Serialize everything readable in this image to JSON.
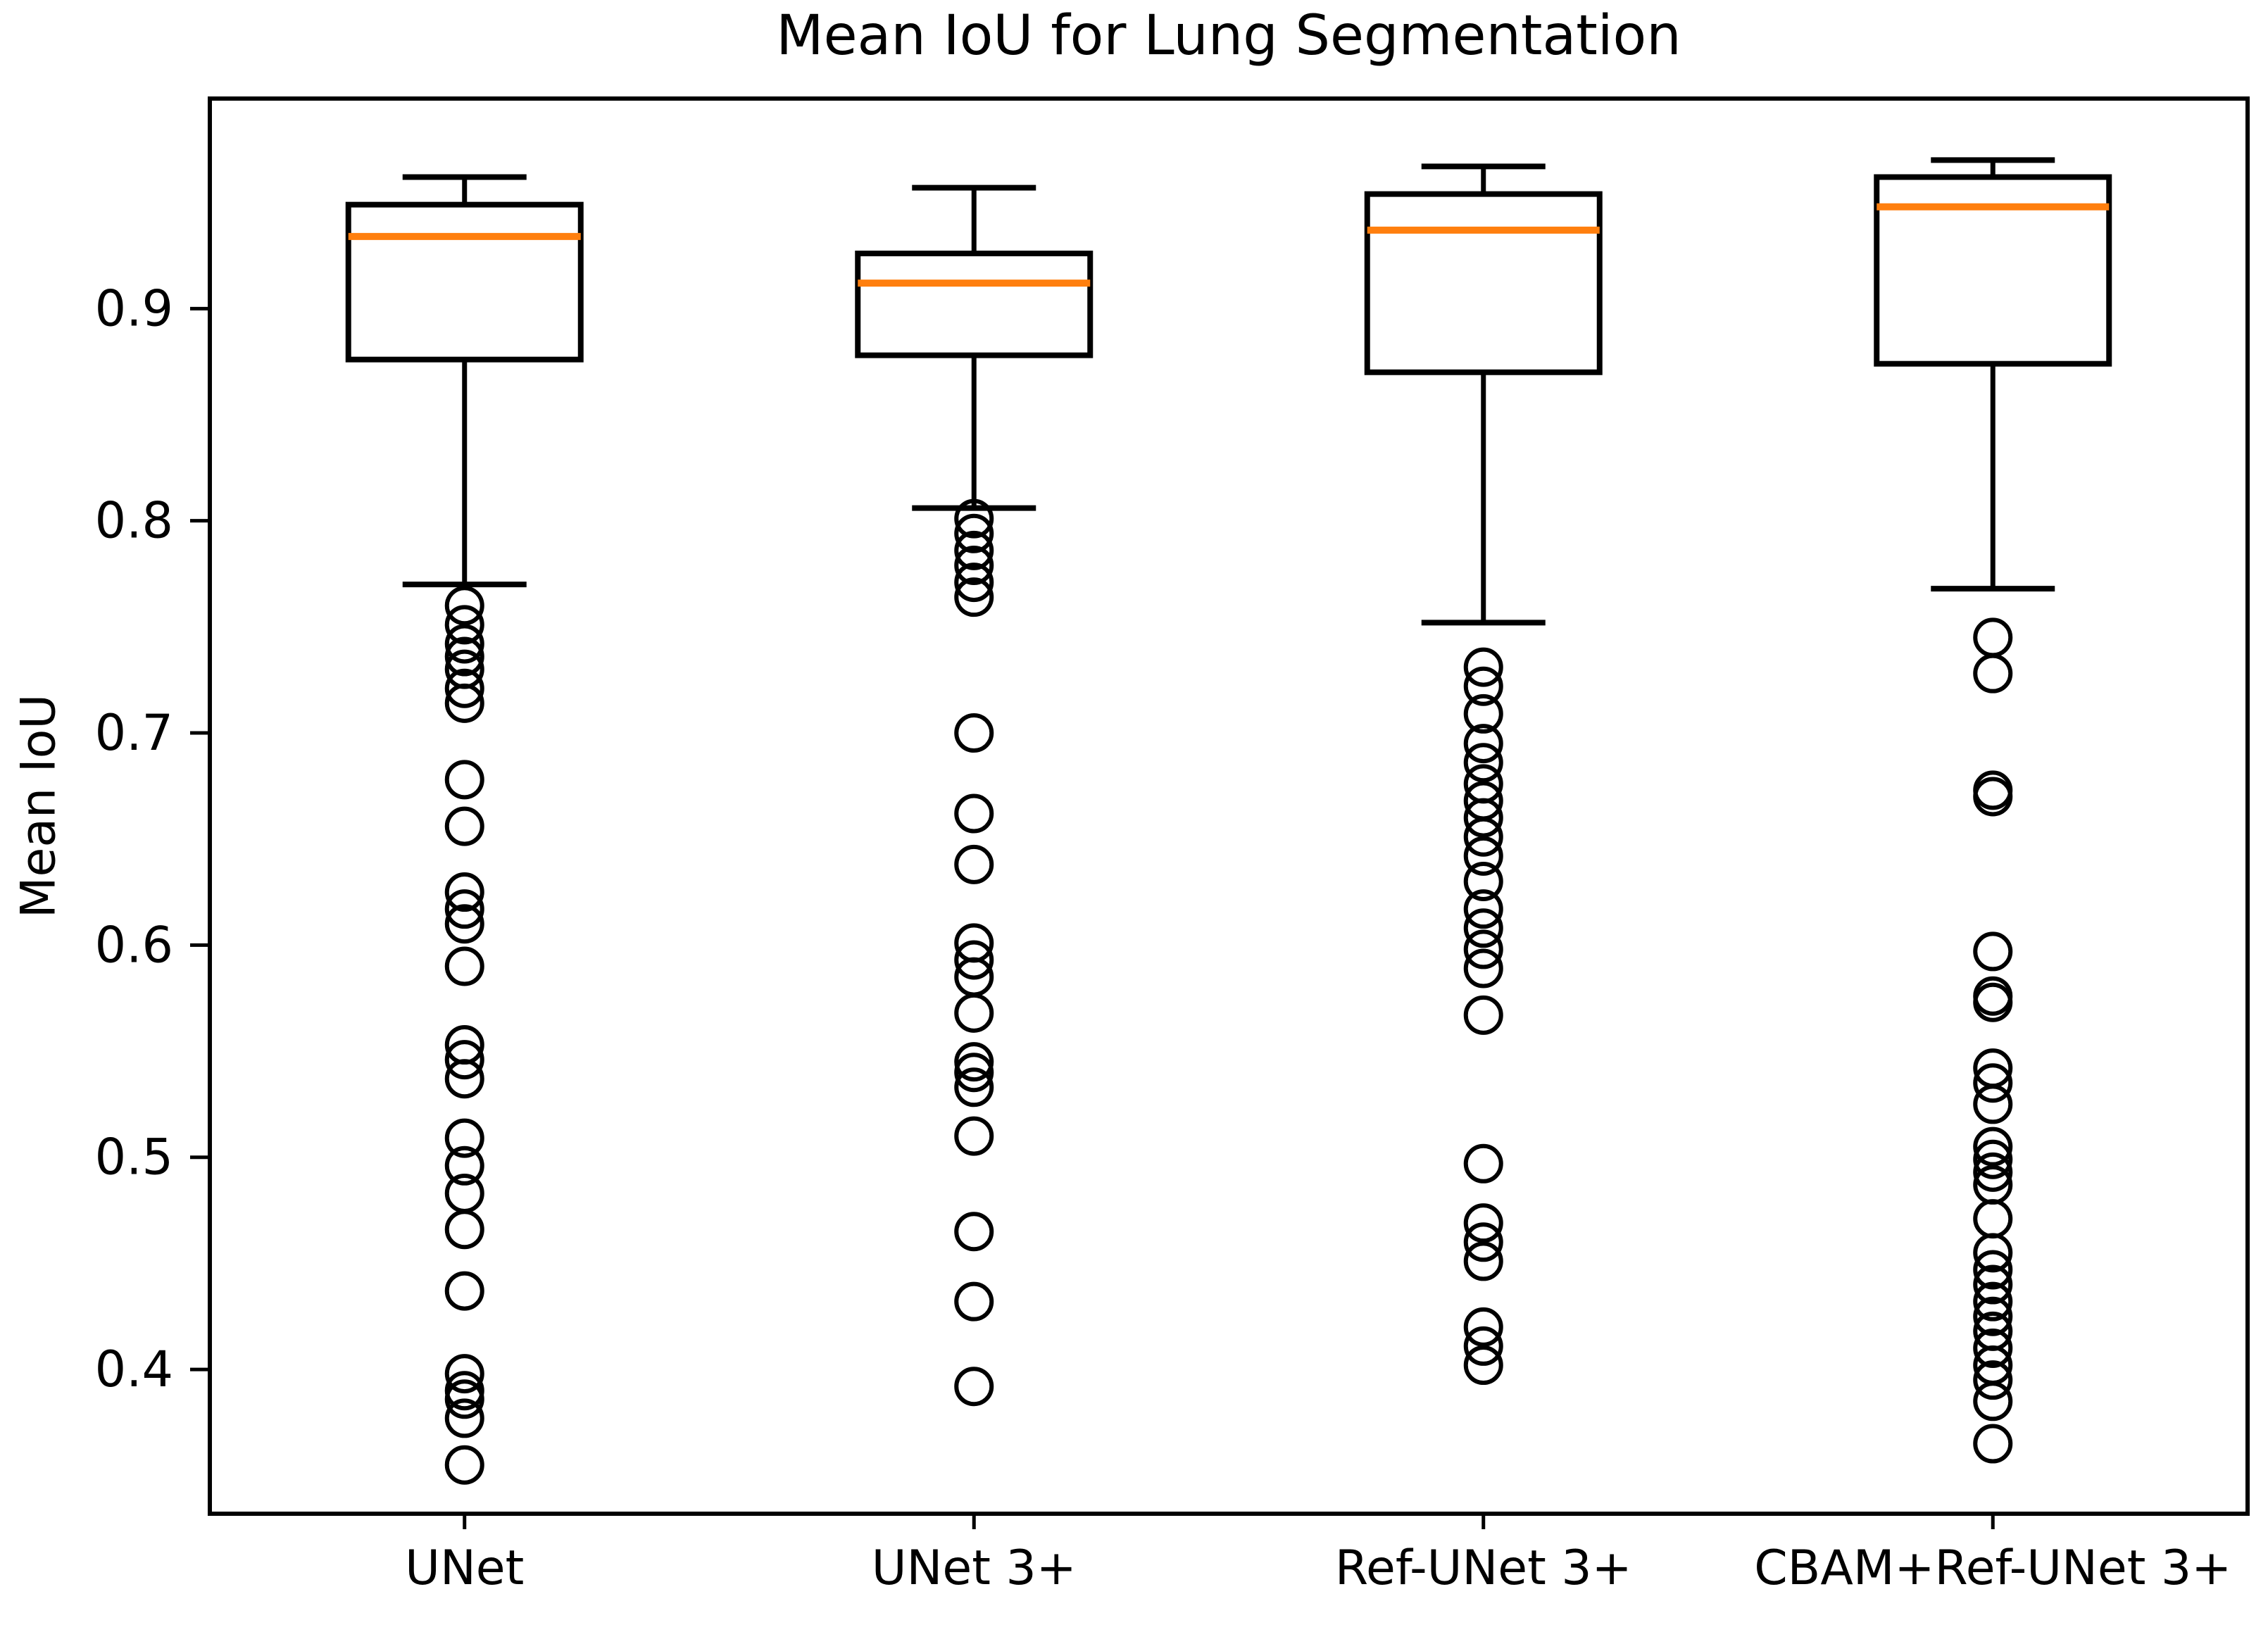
{
  "figure": {
    "background_color": "#ffffff"
  },
  "chart_data": {
    "type": "boxplot",
    "title": "Mean IoU for Lung Segmentation",
    "ylabel": "Mean IoU",
    "xlabel": "",
    "grid": false,
    "legend": "none",
    "ylim": [
      0.332,
      0.999
    ],
    "yticks": [
      0.4,
      0.5,
      0.6,
      0.7,
      0.8,
      0.9
    ],
    "categories": [
      "UNet",
      "UNet 3+",
      "Ref-UNet 3+",
      "CBAM+Ref-UNet 3+"
    ],
    "box_color": "#000000",
    "median_color": "#ff7f0e",
    "axis_color": "#000000",
    "series": [
      {
        "name": "UNet",
        "whisker_low": 0.77,
        "q1": 0.876,
        "median": 0.934,
        "q3": 0.949,
        "whisker_high": 0.962,
        "outliers": [
          0.76,
          0.751,
          0.742,
          0.736,
          0.73,
          0.721,
          0.714,
          0.678,
          0.656,
          0.625,
          0.617,
          0.61,
          0.59,
          0.553,
          0.546,
          0.537,
          0.509,
          0.496,
          0.483,
          0.466,
          0.437,
          0.398,
          0.39,
          0.386,
          0.377,
          0.355
        ]
      },
      {
        "name": "UNet 3+",
        "whisker_low": 0.806,
        "q1": 0.878,
        "median": 0.912,
        "q3": 0.926,
        "whisker_high": 0.957,
        "outliers": [
          0.801,
          0.794,
          0.786,
          0.779,
          0.771,
          0.764,
          0.7,
          0.662,
          0.638,
          0.601,
          0.593,
          0.585,
          0.568,
          0.545,
          0.54,
          0.533,
          0.51,
          0.465,
          0.432,
          0.392
        ]
      },
      {
        "name": "Ref-UNet 3+",
        "whisker_low": 0.752,
        "q1": 0.87,
        "median": 0.937,
        "q3": 0.954,
        "whisker_high": 0.967,
        "outliers": [
          0.731,
          0.722,
          0.709,
          0.695,
          0.686,
          0.676,
          0.668,
          0.66,
          0.651,
          0.642,
          0.63,
          0.617,
          0.608,
          0.598,
          0.589,
          0.567,
          0.497,
          0.469,
          0.46,
          0.451,
          0.42,
          0.411,
          0.402
        ]
      },
      {
        "name": "CBAM+Ref-UNet 3+",
        "whisker_low": 0.768,
        "q1": 0.874,
        "median": 0.948,
        "q3": 0.962,
        "whisker_high": 0.97,
        "outliers": [
          0.745,
          0.728,
          0.673,
          0.67,
          0.597,
          0.576,
          0.573,
          0.542,
          0.535,
          0.525,
          0.505,
          0.499,
          0.493,
          0.487,
          0.471,
          0.455,
          0.447,
          0.44,
          0.432,
          0.425,
          0.418,
          0.41,
          0.402,
          0.395,
          0.385,
          0.365
        ]
      }
    ]
  }
}
